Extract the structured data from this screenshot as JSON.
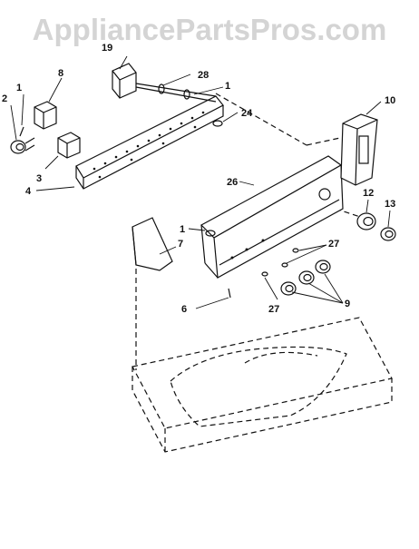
{
  "watermark": "AppliancePartsPros.com",
  "corner_mark": "",
  "callouts": {
    "c19": "19",
    "c28a": "28",
    "c1a": "1",
    "c8": "8",
    "c2": "2",
    "c1b": "1",
    "c24": "24",
    "c10": "10",
    "c3": "3",
    "c4": "4",
    "c26": "26",
    "c12": "12",
    "c13": "13",
    "c1c": "1",
    "c7": "7",
    "c27a": "27",
    "c9": "9",
    "c6": "6",
    "c27b": "27"
  },
  "colors": {
    "ink": "#111111",
    "watermark": "#d4d4d4",
    "background": "#ffffff"
  }
}
